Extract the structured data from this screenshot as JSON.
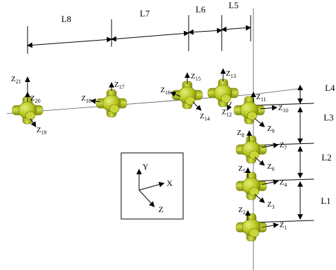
{
  "dimensions": {
    "L1": "L1",
    "L2": "L2",
    "L3": "L3",
    "L4": "L4",
    "L5": "L5",
    "L6": "L6",
    "L7": "L7",
    "L8": "L8"
  },
  "z_labels": [
    {
      "n": "1"
    },
    {
      "n": "2"
    },
    {
      "n": "3"
    },
    {
      "n": "4"
    },
    {
      "n": "5"
    },
    {
      "n": "6"
    },
    {
      "n": "7"
    },
    {
      "n": "8"
    },
    {
      "n": "9"
    },
    {
      "n": "10"
    },
    {
      "n": "11"
    },
    {
      "n": "12"
    },
    {
      "n": "13"
    },
    {
      "n": "14"
    },
    {
      "n": "15"
    },
    {
      "n": "16"
    },
    {
      "n": "17"
    },
    {
      "n": "18"
    },
    {
      "n": "19"
    },
    {
      "n": "20"
    },
    {
      "n": "21"
    }
  ],
  "z_prefix": "Z",
  "frame": {
    "x": "X",
    "y": "Y",
    "z": "Z"
  },
  "colors": {
    "joint": "#b6c61e",
    "joint_dark": "#6f7a06",
    "joint_light": "#dbe65e"
  }
}
